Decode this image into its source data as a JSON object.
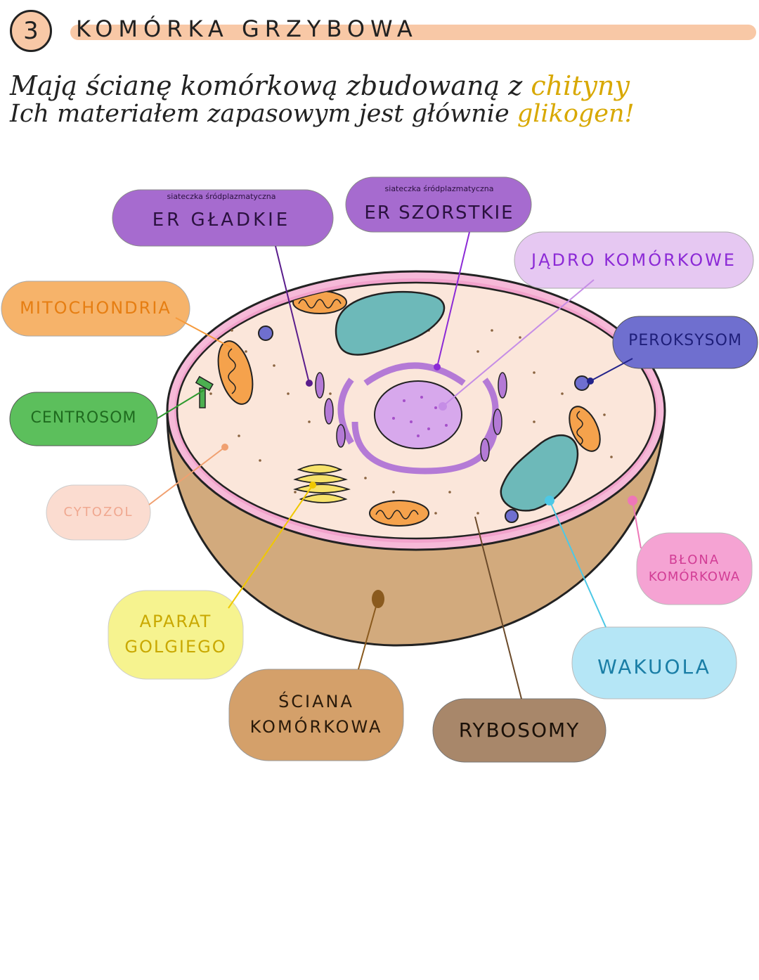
{
  "header": {
    "number": "3",
    "title": "KOMÓRKA GRZYBOWA"
  },
  "intro": {
    "line1_text": "Mają ścianę komórkową zbudowaną z ",
    "line1_highlight": "chityny",
    "line2_text": "Ich materiałem zapasowym jest głównie ",
    "line2_highlight": "glikogen!"
  },
  "labels": {
    "er_smooth_small": "siateczka śródplazmatyczna",
    "er_smooth": "ER GŁADKIE",
    "er_rough_small": "siateczka śródplazmatyczna",
    "er_rough": "ER SZORSTKIE",
    "nucleus": "JĄDRO KOMÓRKOWE",
    "mitochondria": "MITOCHONDRIA",
    "peroxisome": "PEROKSYSOM",
    "centrosome": "CENTROSOM",
    "cytosol": "CYTOZOL",
    "membrane_line1": "BŁONA",
    "membrane_line2": "KOMÓRKOWA",
    "golgi_line1": "APARAT",
    "golgi_line2": "GOLGIEGO",
    "wall_line1": "ŚCIANA",
    "wall_line2": "KOMÓRKOWA",
    "ribosomes": "RYBOSOMY",
    "vacuole": "WAKUOLA"
  },
  "colors": {
    "header_accent": "#f8c8a6",
    "highlight": "#d8a800",
    "er_smooth": "#a66bcf",
    "er_rough": "#a66bcf",
    "nucleus": "#e6c8f2",
    "mitochondria": "#f6b36a",
    "peroxisome": "#6f6fcf",
    "centrosome": "#5cbf5c",
    "cytosol": "#fbdcd0",
    "membrane": "#f5a3d3",
    "golgi": "#f6f38f",
    "wall": "#d4a06a",
    "ribosomes": "#a8876a",
    "vacuole": "#b5e6f6"
  }
}
